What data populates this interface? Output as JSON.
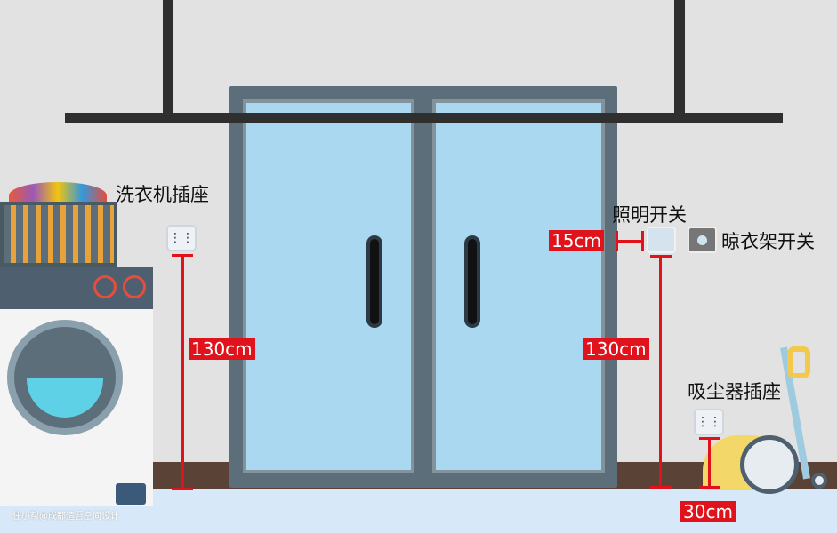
{
  "labels": {
    "washer_socket": "洗衣机插座",
    "light_switch": "照明开关",
    "drying_rack_switch": "晾衣架开关",
    "vacuum_socket": "吸尘器插座"
  },
  "measurements": {
    "washer_socket_height": "130cm",
    "switch_height": "130cm",
    "switch_offset": "15cm",
    "vacuum_socket_height": "30cm"
  },
  "watermark": "住小帮@成都造吾空间设计",
  "colors": {
    "accent": "#e0121b",
    "glass": "#a9d8f0",
    "frame": "#5b6e79",
    "floor": "#d7e9f9",
    "baseboard": "#5a4336"
  }
}
